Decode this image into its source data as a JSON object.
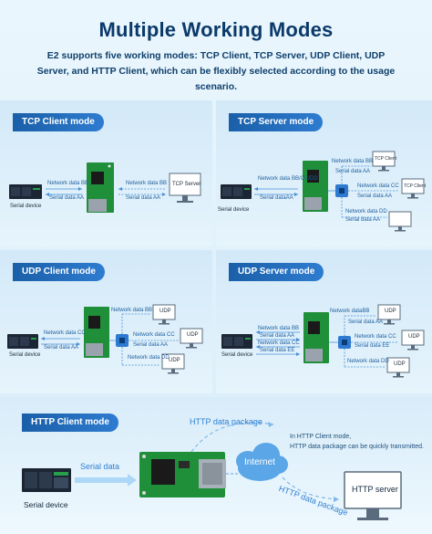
{
  "header": {
    "title": "Multiple Working Modes",
    "subtitle": "E2 supports five working modes: TCP Client, TCP Server, UDP Client, UDP Server, and HTTP Client, which can be flexibly selected according to the usage scenario."
  },
  "colors": {
    "tag": "#1a5fa8",
    "label": "#1e5f9e",
    "arrow": "#4a90d9",
    "board": "#1f8f3a"
  },
  "tcp_client": {
    "tag": "TCP Client mode",
    "serial_device": "Serial device",
    "network_data": "Network data BB",
    "serial_data": "Serial data AA",
    "network_data_right": "Network data BB",
    "serial_data_right": "Serial data AA",
    "server": "TCP Server"
  },
  "tcp_server": {
    "tag": "TCP Server mode",
    "serial_device": "Serial device",
    "network_data": "Network data BB/CC/DD",
    "serial_data": "Serial dataAA",
    "client_label": "TCP Client",
    "client_right": "TCP Client",
    "net_bb": "Network data BB",
    "ser_aa_1": "Serial data AA",
    "net_cc": "Network data CC",
    "ser_aa_2": "Serial data AA",
    "net_dd": "Network data DD",
    "ser_aa_3": "Serial data AA"
  },
  "udp_client": {
    "tag": "UDP Client mode",
    "serial_device": "Serial device",
    "network_data": "Network data CC",
    "serial_data": "Serial data AA",
    "net_bb": "Network data BB",
    "net_cc": "Network data CC",
    "ser_aa": "Serial data AA",
    "net_dd": "Network data DD",
    "udp1": "UDP",
    "udp2": "UDP",
    "udp3": "UDP"
  },
  "udp_server": {
    "tag": "UDP Server mode",
    "serial_device": "Serial device",
    "net_bb": "Network data BB",
    "ser_aa": "Serial data AA",
    "net_cc": "Network data CC",
    "ser_ee": "Serial data EE",
    "net_datab": "Network dataBB",
    "ser_aa_r": "Serial data AA",
    "net_cc_r": "Network data CC",
    "ser_ee_r": "Serial data EE",
    "net_dd": "Network data DD",
    "udp1": "UDP",
    "udp2": "UDP",
    "udp3": "UDP"
  },
  "http_client": {
    "tag": "HTTP Client mode",
    "serial_device": "Serial device",
    "serial_data": "Serial data",
    "http_package_top": "HTTP data package",
    "http_package_bottom": "HTTP data package",
    "internet": "Internet",
    "note_line1": "In HTTP Client mode,",
    "note_line2": "HTTP data package can be quickly transmitted.",
    "server": "HTTP server"
  }
}
